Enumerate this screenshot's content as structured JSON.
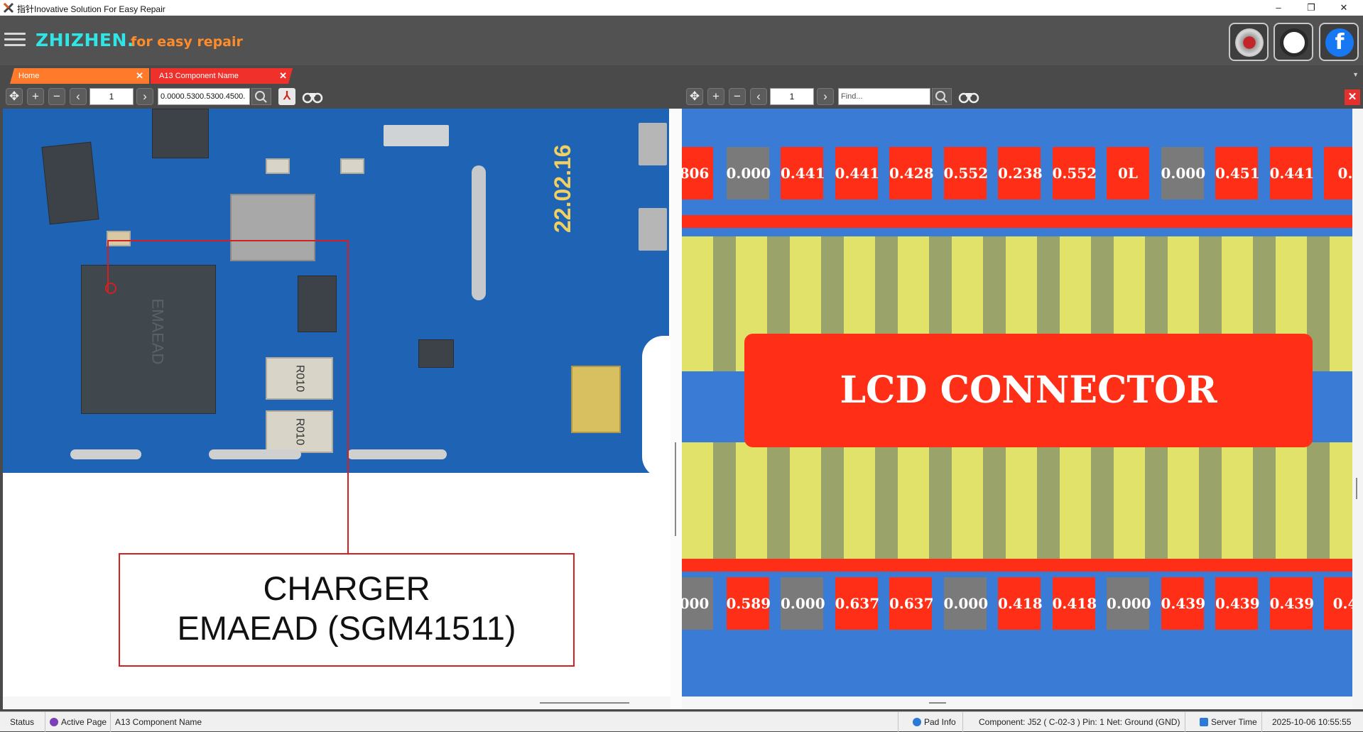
{
  "window": {
    "title": "指针Inovative Solution For Easy Repair",
    "minimize": "–",
    "restore": "❐",
    "close": "✕"
  },
  "header": {
    "brand": "ZHIZHEN.",
    "tagline": "for easy repair",
    "buttons": [
      "premium-badge",
      "whatsapp",
      "facebook"
    ]
  },
  "tabs": [
    {
      "label": "Home",
      "color": "#ff7a2a"
    },
    {
      "label": "A13 Component Name",
      "color": "#f0302a"
    }
  ],
  "left_toolbar": {
    "page": "1",
    "search_value": "0.0000.5300.5300.4500."
  },
  "right_toolbar": {
    "page": "1",
    "search_placeholder": "Find..."
  },
  "left_view": {
    "date_print": "22.02.16",
    "resistor_marks": [
      "R010",
      "R010"
    ],
    "chip_marks": [
      "EMAEAD"
    ],
    "label_lines": [
      "CHARGER",
      "EMAEAD (SGM41511)"
    ]
  },
  "right_view": {
    "top_values": [
      ".806",
      "0.000",
      "0.441",
      "0.441",
      "0.428",
      "0.552",
      "0.238",
      "0.552",
      "0L",
      "0.000",
      "0.451",
      "0.441",
      "0."
    ],
    "top_gray": [
      1,
      9
    ],
    "bottom_values": [
      ".000",
      "0.589",
      "0.000",
      "0.637",
      "0.637",
      "0.000",
      "0.418",
      "0.418",
      "0.000",
      "0.439",
      "0.439",
      "0.439",
      "0.4"
    ],
    "bottom_gray": [
      0,
      2,
      5,
      8
    ],
    "title": "LCD CONNECTOR"
  },
  "status": {
    "status": "Status",
    "active_page_label": "Active Page",
    "active_page_value": "A13 Component Name",
    "pad_info": "Pad Info",
    "component": "Component: J52 ( C-02-3 ) Pin: 1 Net: Ground (GND)",
    "server_time_label": "Server Time",
    "server_time_value": "2025-10-06 10:55:55"
  },
  "colors": {
    "accent_orange": "#ff7a2a",
    "accent_red": "#ff2f17",
    "brand_cyan": "#2ee6e6"
  }
}
